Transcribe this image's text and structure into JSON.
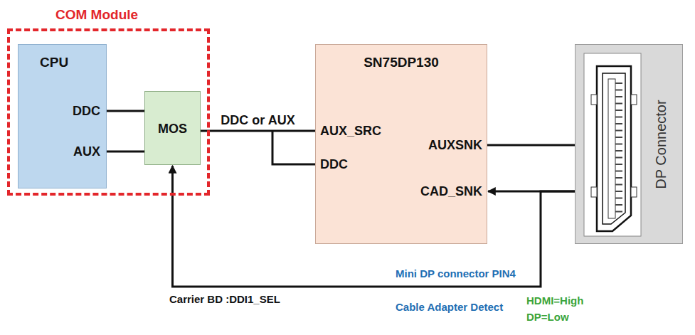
{
  "diagram": {
    "nodes": [
      {
        "text": [
          "COM Module"
        ]
      },
      {
        "text": [
          "CPU",
          "DDC",
          "AUX"
        ],
        "in": 0
      },
      {
        "text": [
          "MOS"
        ],
        "in": 0
      },
      {
        "text": [
          "SN75DP130",
          "AUX_SRC",
          "DDC",
          "AUXSNK",
          "CAD_SNK"
        ]
      },
      {
        "text": [
          "DP Connector"
        ]
      }
    ],
    "edges": [
      {
        "from": 1,
        "to": 2,
        "arrow": "none"
      },
      {
        "from": 1,
        "to": 2,
        "arrow": "none"
      },
      {
        "from": 2,
        "to": 3,
        "label": "DDC or AUX",
        "arrow": "none"
      },
      {
        "from": 3,
        "to": 4,
        "arrow": "none"
      },
      {
        "from": 4,
        "to": 3,
        "arrow": "to"
      },
      {
        "from": 4,
        "to": 2,
        "arrow": "to"
      }
    ],
    "labels": [
      "Mini DP connector PIN4",
      "Cable Adapter Detect",
      "HDMI=High",
      "DP=Low",
      "Carrier BD :DDI1_SEL"
    ]
  }
}
